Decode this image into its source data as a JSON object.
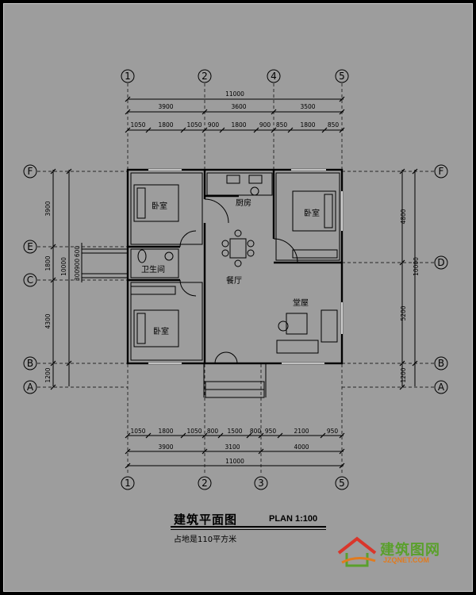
{
  "axes": {
    "top": [
      "1",
      "2",
      "4",
      "5"
    ],
    "bottom": [
      "1",
      "2",
      "3",
      "5"
    ],
    "left": [
      "F",
      "E",
      "C",
      "B",
      "A"
    ],
    "right": [
      "F",
      "D",
      "B",
      "A"
    ]
  },
  "dims": {
    "top_total": "11000",
    "top_mid": [
      "3900",
      "3600",
      "3500"
    ],
    "top_detail": [
      "1050",
      "1800",
      "1050",
      "900",
      "1800",
      "900",
      "850",
      "1800",
      "850"
    ],
    "bottom_detail": [
      "1050",
      "1800",
      "1050",
      "800",
      "1500",
      "800",
      "950",
      "2100",
      "950"
    ],
    "bottom_mid": [
      "3900",
      "3100",
      "4000"
    ],
    "bottom_total": "11000",
    "left_outer": [
      "3900",
      "1800",
      "4300",
      "1200"
    ],
    "left_inner": [
      "600",
      "900",
      "300"
    ],
    "left_total": "10000",
    "right_outer": [
      "4800",
      "5200",
      "1200"
    ],
    "right_total": "10000"
  },
  "rooms": {
    "bedroom_nw": "卧室",
    "bedroom_ne": "卧室",
    "bedroom_sw": "卧室",
    "kitchen": "厨房",
    "bathroom": "卫生间",
    "dining": "餐厅",
    "hall": "堂屋"
  },
  "title": {
    "name": "建筑平面图",
    "scale": "PLAN 1:100",
    "area": "占地是110平方米"
  },
  "logo": {
    "name": "建筑图网",
    "url": "JZQNET.COM",
    "icon": "house-icon",
    "colors": {
      "green": "#5aa02c",
      "orange": "#e07b1f",
      "red": "#d9362b"
    }
  }
}
